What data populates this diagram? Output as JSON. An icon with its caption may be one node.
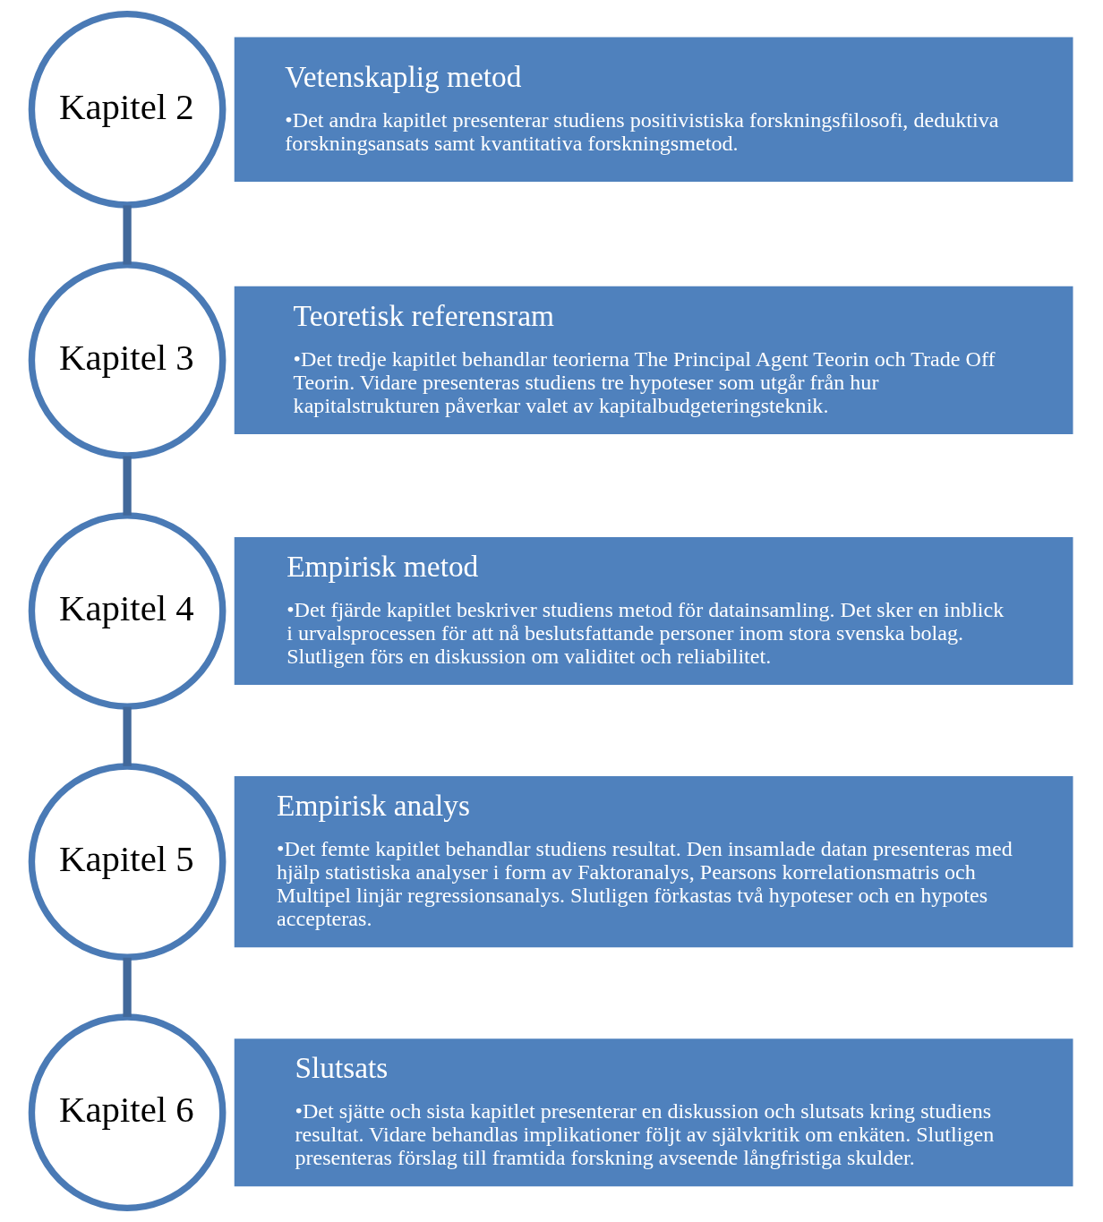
{
  "diagram": {
    "nodes": [
      {
        "text": [
          "Kapitel 2"
        ]
      },
      {
        "text": [
          "Vetenskaplig metod",
          "•Det andra kapitlet presenterar studiens positivistiska forskningsfilosofi, deduktiva forskningsansats samt kvantitativa forskningsmetod."
        ]
      },
      {
        "text": [
          "Kapitel 3"
        ]
      },
      {
        "text": [
          "Teoretisk referensram",
          "•Det tredje kapitlet behandlar teorierna The Principal Agent Teorin och Trade Off Teorin. Vidare presenteras studiens tre hypoteser som utgår från hur kapitalstrukturen påverkar valet av kapitalbudgeteringsteknik."
        ]
      },
      {
        "text": [
          "Kapitel 4"
        ]
      },
      {
        "text": [
          "Empirisk metod",
          "•Det fjärde kapitlet beskriver studiens metod för datainsamling. Det sker en inblick i urvalsprocessen för att nå beslutsfattande personer inom stora svenska bolag. Slutligen förs en diskussion om validitet och reliabilitet."
        ]
      },
      {
        "text": [
          "Kapitel 5"
        ]
      },
      {
        "text": [
          "Empirisk analys",
          "•Det femte kapitlet behandlar studiens resultat. Den insamlade datan presenteras med hjälp statistiska analyser i form av Faktoranalys, Pearsons korrelationsmatris och Multipel linjär regressionsanalys. Slutligen förkastas två hypoteser och en hypotes accepteras."
        ]
      },
      {
        "text": [
          "Kapitel 6"
        ]
      },
      {
        "text": [
          "Slutsats",
          "•Det sjätte och sista kapitlet presenterar en diskussion och slutsats kring studiens resultat. Vidare behandlas implikationer följt av självkritik om enkäten. Slutligen presenteras förslag till framtida forskning avseende långfristiga skulder."
        ]
      }
    ],
    "edges": [
      {
        "from": 0,
        "to": 2,
        "arrow": "none"
      },
      {
        "from": 2,
        "to": 4,
        "arrow": "none"
      },
      {
        "from": 4,
        "to": 6,
        "arrow": "none"
      },
      {
        "from": 6,
        "to": 8,
        "arrow": "none"
      }
    ]
  }
}
